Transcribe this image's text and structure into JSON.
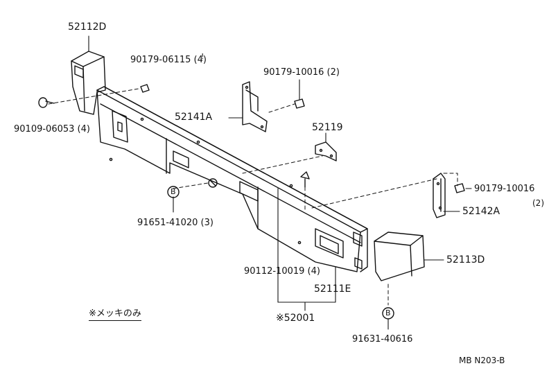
{
  "parts": {
    "corner_left": "52112D",
    "nut_left": "90179-06115 (4)",
    "nut_left_suffix": "!",
    "bolt_left": "90109-06053 (4)",
    "nut_mid": "90179-10016 (2)",
    "bracket_left": "52141A",
    "stay": "52119",
    "nut_right": "90179-10016",
    "nut_right_qty": "(2)",
    "bracket_right": "52142A",
    "clip_left": "91651-41020 (3)",
    "bolt_center": "90112-10019 (4)",
    "reinforcement": "52111E",
    "bumper_assy": "※52001",
    "corner_right": "52113D",
    "clip_right": "91631-40616"
  },
  "badges": {
    "clip_left_marker": "B",
    "clip_right_marker": "B"
  },
  "note": "※メッキのみ",
  "diagram_code": "MB N203-B"
}
